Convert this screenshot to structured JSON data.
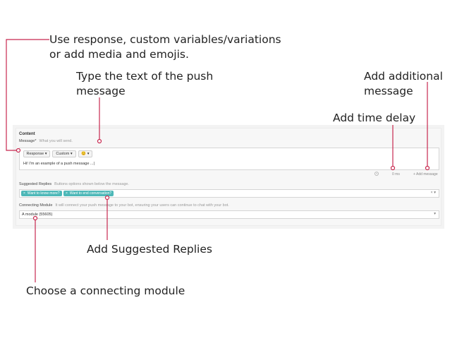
{
  "annotations": {
    "response_vars": [
      "Use response, custom variables/variations",
      "or add media and emojis."
    ],
    "push_text": [
      "Type the text of the push",
      "message"
    ],
    "add_message": [
      "Add additional",
      "message"
    ],
    "time_delay": "Add time delay",
    "suggested_replies": "Add Suggested Replies",
    "connecting_module": "Choose a connecting module"
  },
  "accent_color": "#c8284f",
  "chip_color": "#4db8b8",
  "form": {
    "content_label": "Content",
    "message_label": "Message*",
    "message_hint": "What you will send.",
    "toolbar": {
      "response_label": "Response ▾",
      "custom_label": "Custom ▾",
      "emoji_label": "😊 ▾"
    },
    "message_text": "Hi! I'm an example of a push message ...|",
    "clock_icon": "clock-icon",
    "delay_value": "0 ms",
    "add_message_label": "+ Add message",
    "suggested_label": "Suggested Replies",
    "suggested_hint": "Buttons options shown below the message.",
    "chips": [
      {
        "x": "×",
        "label": "Want to know more?"
      },
      {
        "x": "×",
        "label": "Want to end conversation?"
      }
    ],
    "chips_controls": "× ▾",
    "module_label": "Connecting Module",
    "module_hint": "It will connect your push message to your bot, ensuring your users can continue to chat with your bot.",
    "module_value": "A module (55605)",
    "module_caret": "▾"
  }
}
